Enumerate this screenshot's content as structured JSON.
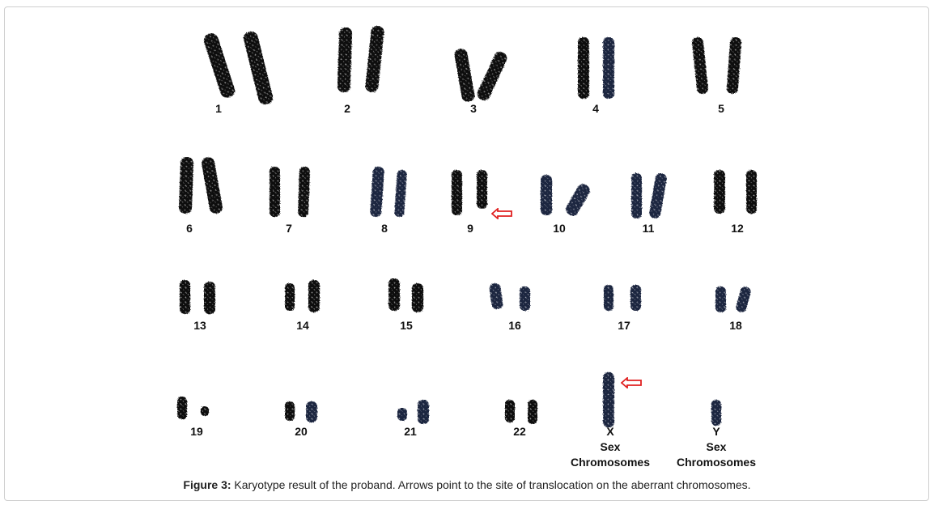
{
  "figure": {
    "caption_label": "Figure 3:",
    "caption_text": " Karyotype result of the proband. Arrows point to the site of translocation on the aberrant chromosomes."
  },
  "chromosomes": [
    {
      "id": "1"
    },
    {
      "id": "2"
    },
    {
      "id": "3"
    },
    {
      "id": "4"
    },
    {
      "id": "5"
    },
    {
      "id": "6"
    },
    {
      "id": "7"
    },
    {
      "id": "8"
    },
    {
      "id": "9"
    },
    {
      "id": "10"
    },
    {
      "id": "11"
    },
    {
      "id": "12"
    },
    {
      "id": "13"
    },
    {
      "id": "14"
    },
    {
      "id": "15"
    },
    {
      "id": "16"
    },
    {
      "id": "17"
    },
    {
      "id": "18"
    },
    {
      "id": "19"
    },
    {
      "id": "20"
    },
    {
      "id": "21"
    },
    {
      "id": "22"
    },
    {
      "id": "X",
      "sub": "Sex",
      "sub2": "Chromosomes"
    },
    {
      "id": "Y",
      "sub": "Sex",
      "sub2": "Chromosomes"
    }
  ],
  "colors": {
    "chromosome_dark": "#111111",
    "chromosome_blue": "#1c2540",
    "arrow": "#e02020"
  },
  "arrows": [
    {
      "points_to": "9",
      "icon": "left-arrow-icon"
    },
    {
      "points_to": "X",
      "icon": "left-arrow-icon"
    }
  ]
}
